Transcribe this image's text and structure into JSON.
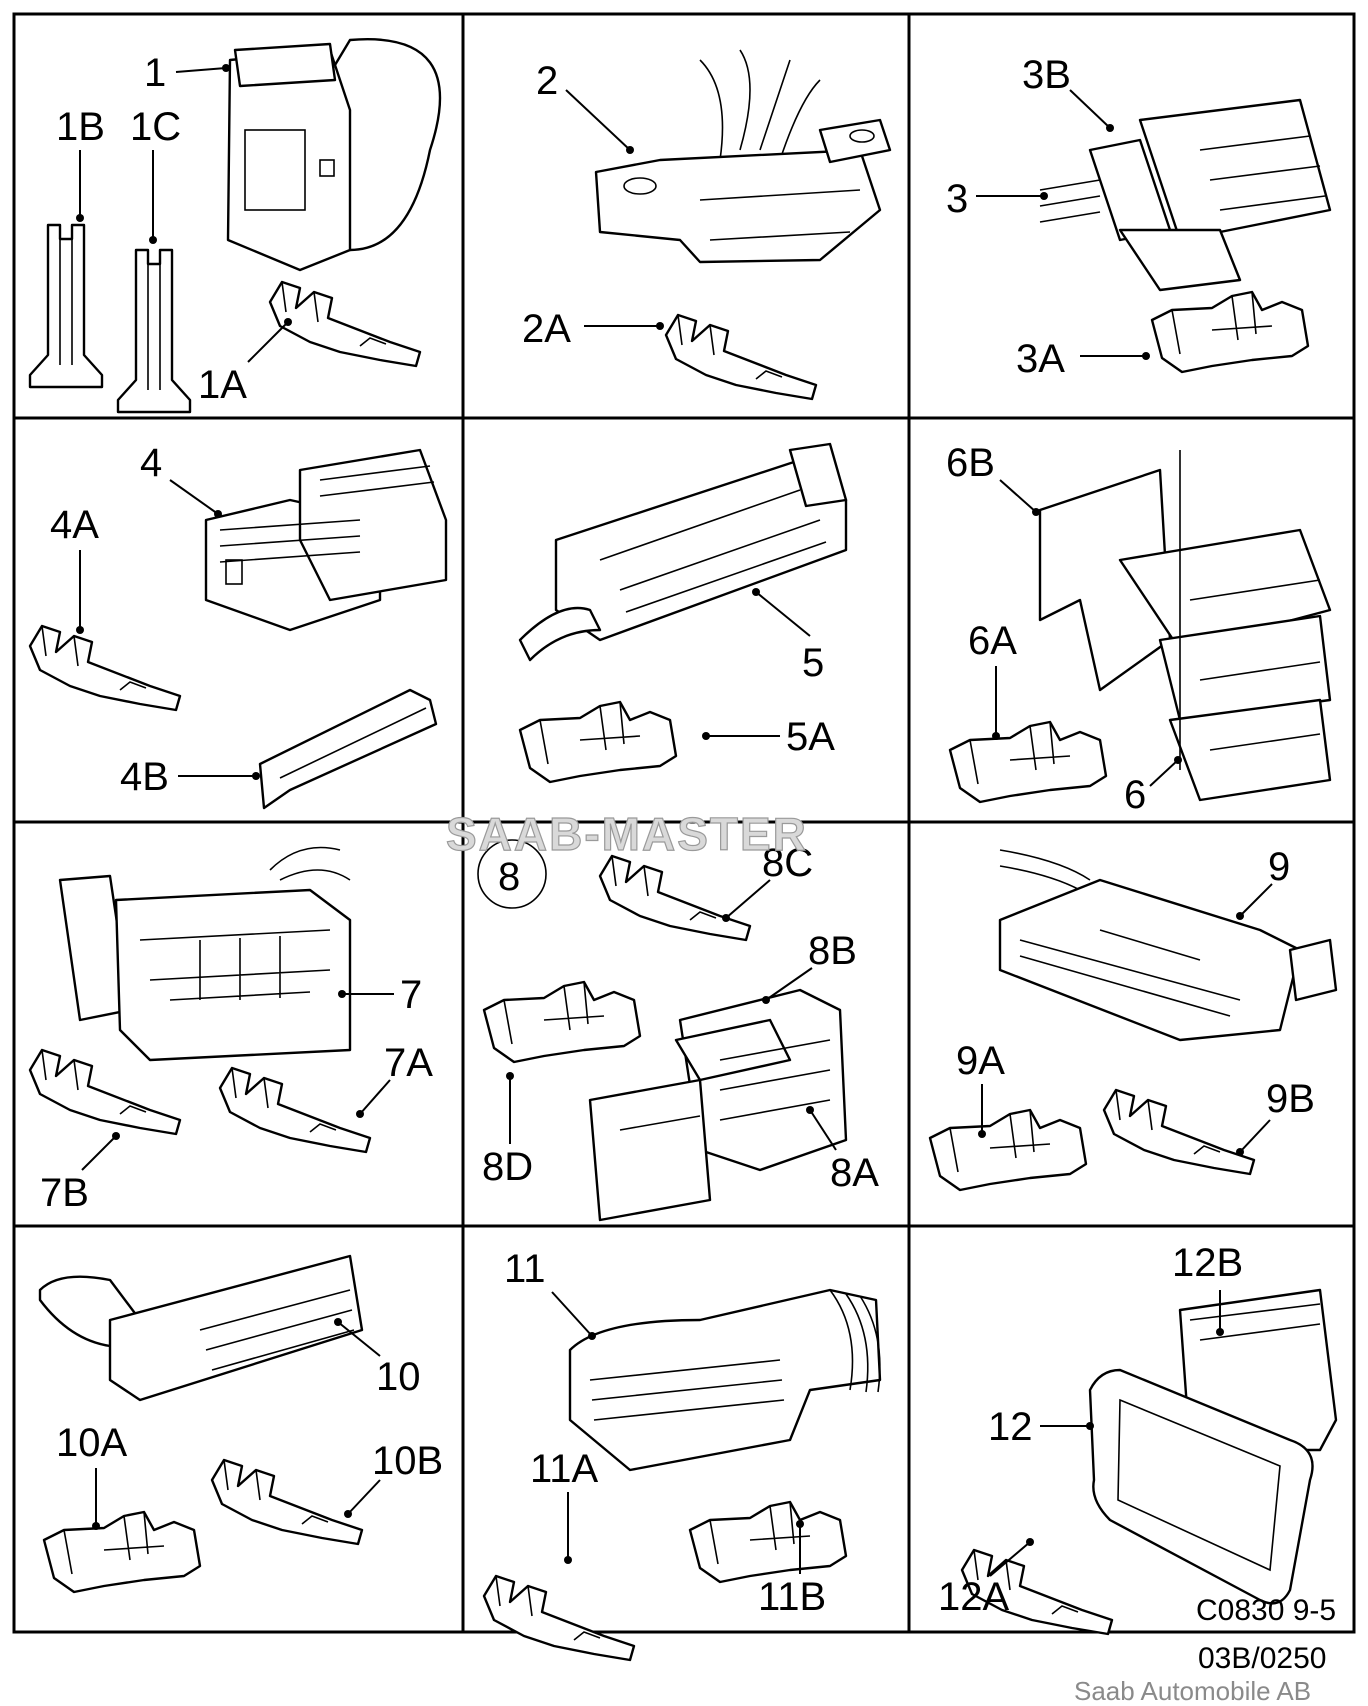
{
  "diagram": {
    "watermark": "SAAB-MASTER",
    "diagram_code": "C0830 9-5",
    "reference": "03B/0250",
    "copyright": "Saab Automobile AB",
    "callouts": {
      "c1": "1",
      "c1B": "1B",
      "c1C": "1C",
      "c1A": "1A",
      "c2": "2",
      "c2A": "2A",
      "c3B": "3B",
      "c3": "3",
      "c3A": "3A",
      "c4": "4",
      "c4A": "4A",
      "c4B": "4B",
      "c5": "5",
      "c5A": "5A",
      "c6B": "6B",
      "c6A": "6A",
      "c6": "6",
      "c7": "7",
      "c7A": "7A",
      "c7B": "7B",
      "c8": "8",
      "c8C": "8C",
      "c8B": "8B",
      "c8D": "8D",
      "c8A": "8A",
      "c9": "9",
      "c9A": "9A",
      "c9B": "9B",
      "c10": "10",
      "c10A": "10A",
      "c10B": "10B",
      "c11": "11",
      "c11A": "11A",
      "c11B": "11B",
      "c12B": "12B",
      "c12": "12",
      "c12A": "12A"
    }
  }
}
